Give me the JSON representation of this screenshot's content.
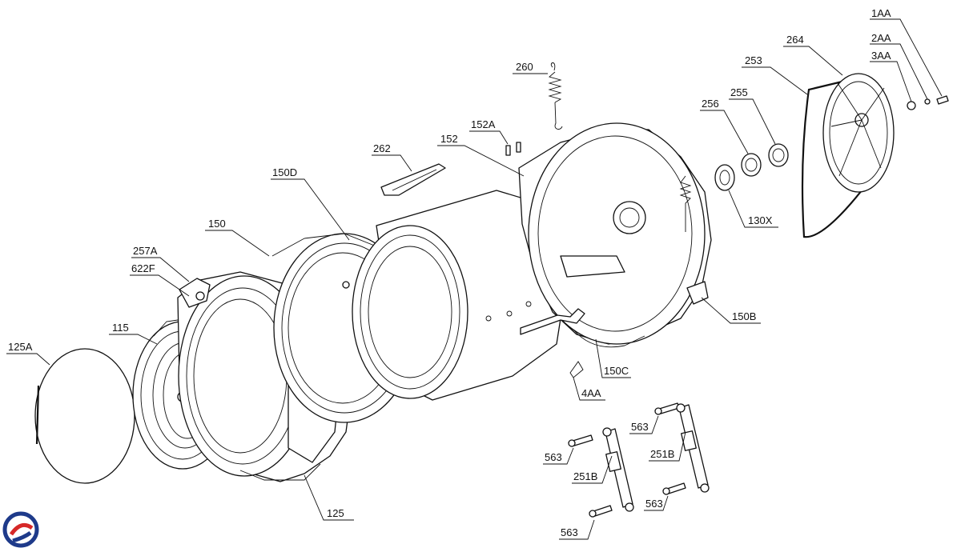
{
  "diagram": {
    "callouts": [
      {
        "id": "1aa",
        "label": "1AA"
      },
      {
        "id": "2aa",
        "label": "2AA"
      },
      {
        "id": "3aa",
        "label": "3AA"
      },
      {
        "id": "264",
        "label": "264"
      },
      {
        "id": "253",
        "label": "253"
      },
      {
        "id": "255",
        "label": "255"
      },
      {
        "id": "256",
        "label": "256"
      },
      {
        "id": "260",
        "label": "260"
      },
      {
        "id": "152a",
        "label": "152A"
      },
      {
        "id": "152",
        "label": "152"
      },
      {
        "id": "262",
        "label": "262"
      },
      {
        "id": "150d",
        "label": "150D"
      },
      {
        "id": "150",
        "label": "150"
      },
      {
        "id": "257a",
        "label": "257A"
      },
      {
        "id": "622f",
        "label": "622F"
      },
      {
        "id": "115",
        "label": "115"
      },
      {
        "id": "125a",
        "label": "125A"
      },
      {
        "id": "130x",
        "label": "130X"
      },
      {
        "id": "150b",
        "label": "150B"
      },
      {
        "id": "150c",
        "label": "150C"
      },
      {
        "id": "4aa",
        "label": "4AA"
      },
      {
        "id": "563a",
        "label": "563"
      },
      {
        "id": "563b",
        "label": "563"
      },
      {
        "id": "563c",
        "label": "563"
      },
      {
        "id": "563d",
        "label": "563"
      },
      {
        "id": "251b-left",
        "label": "251B"
      },
      {
        "id": "251b-right",
        "label": "251B"
      },
      {
        "id": "125",
        "label": "125"
      }
    ],
    "logo": {
      "name": "brand-logo",
      "colors": [
        "#1e3a8a",
        "#d62828"
      ]
    }
  }
}
